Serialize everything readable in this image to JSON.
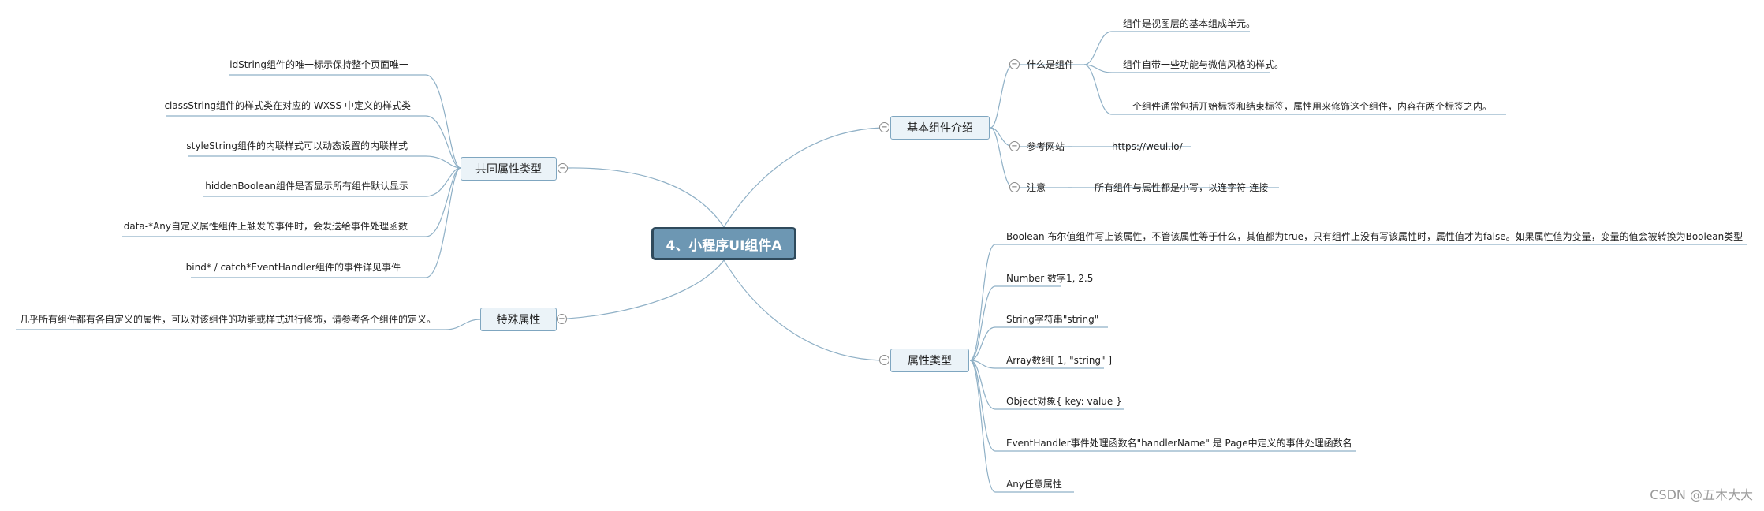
{
  "central": {
    "title": "4、小程序UI组件A"
  },
  "left": {
    "common_attrs": {
      "label": "共同属性类型",
      "items": [
        "idString组件的唯一标示保持整个页面唯一",
        "classString组件的样式类在对应的 WXSS 中定义的样式类",
        "styleString组件的内联样式可以动态设置的内联样式",
        "hiddenBoolean组件是否显示所有组件默认显示",
        "data-*Any自定义属性组件上触发的事件时，会发送给事件处理函数",
        "bind* / catch*EventHandler组件的事件详见事件"
      ]
    },
    "special_attrs": {
      "label": "特殊属性",
      "items": [
        "几乎所有组件都有各自定义的属性，可以对该组件的功能或样式进行修饰，请参考各个组件的定义。"
      ]
    }
  },
  "right": {
    "basic_intro": {
      "label": "基本组件介绍",
      "what": {
        "label": "什么是组件",
        "items": [
          "组件是视图层的基本组成单元。",
          "组件自带一些功能与微信风格的样式。",
          "一个组件通常包括开始标签和结束标签，属性用来修饰这个组件，内容在两个标签之内。"
        ]
      },
      "ref": {
        "label": "参考网站",
        "value": "https://weui.io/"
      },
      "note": {
        "label": "注意",
        "value": "所有组件与属性都是小写，以连字符-连接"
      }
    },
    "attr_types": {
      "label": "属性类型",
      "items": [
        "Boolean 布尔值组件写上该属性，不管该属性等于什么，其值都为true，只有组件上没有写该属性时，属性值才为false。如果属性值为变量，变量的值会被转换为Boolean类型",
        "Number 数字1, 2.5",
        "String字符串\"string\"",
        "Array数组[ 1, \"string\" ]",
        "Object对象{ key: value }",
        "EventHandler事件处理函数名\"handlerName\" 是 Page中定义的事件处理函数名",
        "Any任意属性"
      ]
    }
  },
  "collapse_symbol": "−",
  "watermark": "CSDN @五木大大",
  "colors": {
    "line": "#8fb0c6",
    "central_fill": "#6d97b3",
    "central_border": "#2f4a5c",
    "topic_fill": "#ebf3f8"
  }
}
